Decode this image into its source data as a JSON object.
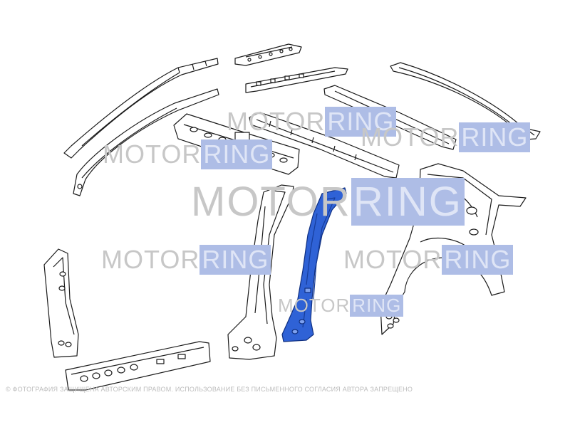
{
  "watermark": {
    "part1": "MOTOR",
    "part2": "RING"
  },
  "copyright": "© ФОТОГРАФИЯ ЗАЩИЩЕНА АВТОРСКИМ ПРАВОМ. ИСПОЛЬЗОВАНИЕ БЕЗ ПИСЬМЕННОГО СОГЛАСИЯ АВТОРА ЗАПРЕЩЕНО",
  "colors": {
    "outline": "#1a1a1a",
    "fill": "#ffffff",
    "highlight": "#2f62d6",
    "highlight_dark": "#1e46a8"
  }
}
